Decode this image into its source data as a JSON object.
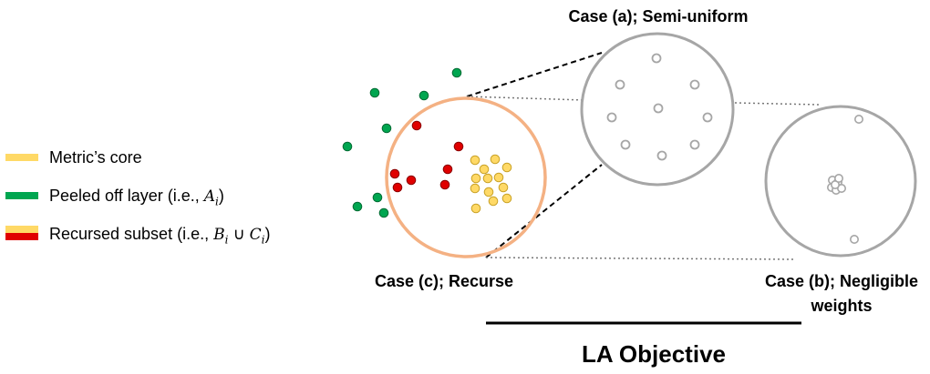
{
  "legend": {
    "items": [
      {
        "label": "Metric’s core",
        "colors": [
          "#ffd966"
        ]
      },
      {
        "label_prefix": "Peeled off layer (i.e., ",
        "math": "A",
        "sub": "i",
        "label_suffix": ")",
        "colors": [
          "#00a650"
        ]
      },
      {
        "label_prefix": "Recursed subset (i.e., ",
        "math": "B",
        "sub": "i",
        "union": " ∪ ",
        "math2": "C",
        "sub2": "i",
        "label_suffix": ")",
        "colors": [
          "#ffd966",
          "#e00000"
        ]
      }
    ]
  },
  "labels": {
    "case_a": "Case (a); Semi-uniform",
    "case_c": "Case (c); Recurse",
    "case_b_line1": "Case (b); Negligible",
    "case_b_line2": "weights",
    "objective": "LA Objective"
  },
  "colors": {
    "core": "#ffd966",
    "core_stroke": "#c9a227",
    "peeled": "#00a650",
    "peeled_stroke": "#006b33",
    "recursed_red": "#e00000",
    "recursed_red_stroke": "#8a0000",
    "main_circle": "#f4b183",
    "case_circle": "#a6a6a6",
    "hollow_dot": "#a6a6a6"
  }
}
